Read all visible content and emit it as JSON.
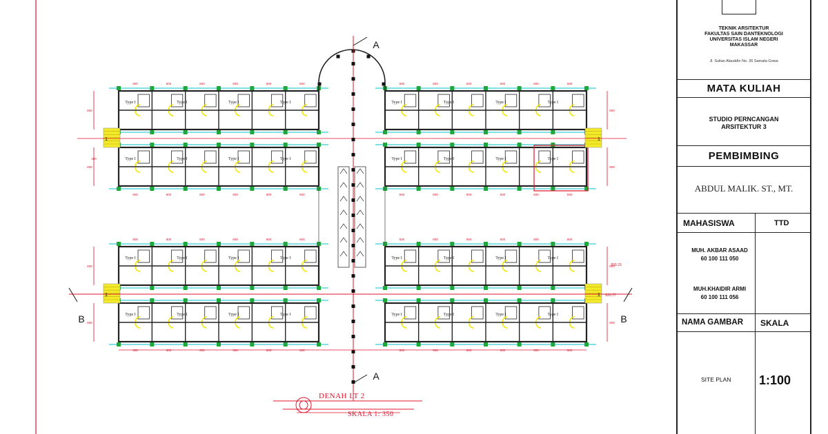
{
  "title_block": {
    "institution": [
      "TEKNIK ARSITEKTUR",
      "FAKULTAS SAIN DANTEKNOLOGI",
      "UNIVERSITAS ISLAM NEGERI",
      "MAKASSAR"
    ],
    "address": "Jl. Sultan Alauddin No. 36  Samata Gowa",
    "course_heading": "MATA KULIAH",
    "course_name": [
      "STUDIO PERNCANGAN",
      "ARSITEKTUR 3"
    ],
    "advisor_heading": "PEMBIMBING",
    "advisor_name": "ABDUL MALIK. ST., MT.",
    "student_heading": "MAHASISWA",
    "signature_heading": "TTD",
    "students": [
      {
        "name": "MUH. AKBAR ASAAD",
        "id": "60 100 111 050"
      },
      {
        "name": "MUH.KHAIDIR ARMI",
        "id": "60 100 111 056"
      }
    ],
    "drawing_name_heading": "NAMA GAMBAR",
    "scale_heading": "SKALA",
    "drawing_name": "SITE PLAN",
    "scale_value": "1:100"
  },
  "plan": {
    "title": "DENAH LT 2",
    "scale": "SKALA 1: 350",
    "section_a": "A",
    "section_b": "B",
    "room_label": "Type I",
    "stair_label": "1",
    "dim_600": "600",
    "dim_400": "400",
    "dim_side_1": "899.23",
    "dim_side_2": "620.77",
    "colors": {
      "wall": "#222222",
      "grid": "#00c2c9",
      "column": "#1fa83a",
      "door": "#f2e600",
      "section": "#e0142c",
      "stair": "#f4ea2a"
    }
  }
}
